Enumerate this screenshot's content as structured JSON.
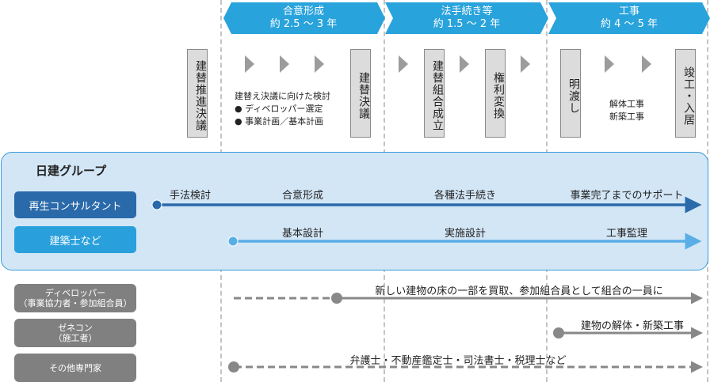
{
  "phases": [
    {
      "title": "合意形成",
      "duration": "約 2.5 ～ 3 年"
    },
    {
      "title": "法手続き等",
      "duration": "約 1.5 ～ 2 年"
    },
    {
      "title": "工事",
      "duration": "約 4 ～ 5 年"
    }
  ],
  "milestones": [
    {
      "label": "建替推進決議"
    },
    {
      "label": "建替決議"
    },
    {
      "label": "建替組合成立"
    },
    {
      "label": "権利変換"
    },
    {
      "label": "明渡し"
    },
    {
      "label": "竣工・入居"
    }
  ],
  "notes": {
    "consensus": [
      "建替え決議に向けた検討",
      "● ディベロッパー選定",
      "● 事業計画／基本計画"
    ],
    "construction": [
      "解体工事",
      "新築工事"
    ]
  },
  "group": {
    "title": "日建グループ",
    "roles": [
      {
        "label": "再生コンサルタント",
        "color": "#2a6aaa",
        "tasks": [
          "手法検討",
          "合意形成",
          "各種法手続き",
          "事業完了までのサポート"
        ]
      },
      {
        "label": "建築士など",
        "color": "#29a0dc",
        "tasks": [
          "基本設計",
          "実施設計",
          "工事監理"
        ]
      }
    ]
  },
  "others": [
    {
      "label_line1": "ディベロッパー",
      "label_line2": "（事業協力者・参加組合員）",
      "task": "新しい建物の床の一部を買取、参加組合員として組合の一員に"
    },
    {
      "label_line1": "ゼネコン",
      "label_line2": "（施工者）",
      "task": "建物の解体・新築工事"
    },
    {
      "label_line1": "その他専門家",
      "label_line2": "",
      "task": "弁護士・不動産鑑定士・司法書士・税理士など"
    }
  ],
  "colors": {
    "phase_banner": "#29a3dc",
    "group_bg": "#d3e6f6",
    "group_border": "#3a9ad9",
    "consultant_line": "#2a6aaa",
    "architect_line": "#5aaee6",
    "other_line": "#888888",
    "milestone_box": "#dcdcdc",
    "chevron": "#9c9c9c"
  }
}
